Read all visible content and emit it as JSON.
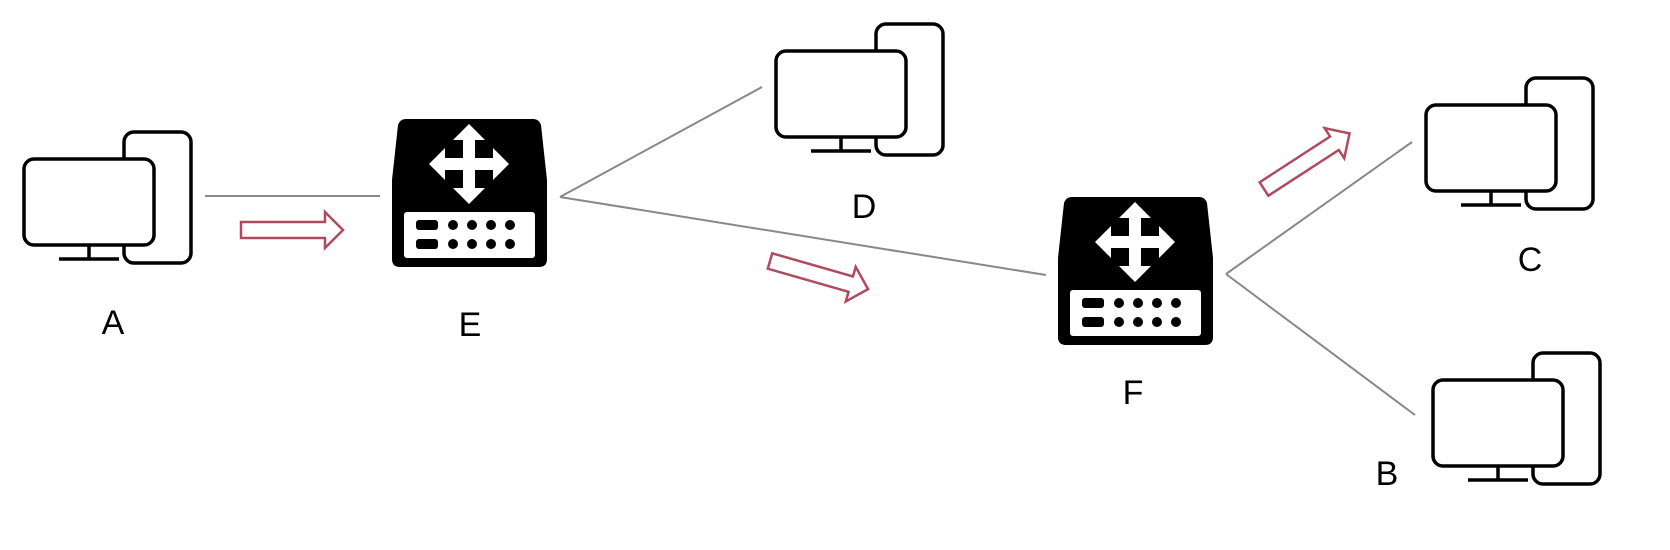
{
  "colors": {
    "background": "#ffffff",
    "link_line": "#888888",
    "flow_arrow": "#b04a5e",
    "device_fill": "#000000",
    "outline": "#000000"
  },
  "nodes": {
    "a": {
      "label": "A",
      "kind": "computer",
      "icon": "computer-icon"
    },
    "b": {
      "label": "B",
      "kind": "computer",
      "icon": "computer-icon"
    },
    "c": {
      "label": "C",
      "kind": "computer",
      "icon": "computer-icon"
    },
    "d": {
      "label": "D",
      "kind": "computer",
      "icon": "computer-icon"
    },
    "e": {
      "label": "E",
      "kind": "router",
      "icon": "router-icon"
    },
    "f": {
      "label": "F",
      "kind": "router",
      "icon": "router-icon"
    }
  },
  "links": [
    {
      "from": "A",
      "to": "E"
    },
    {
      "from": "E",
      "to": "D"
    },
    {
      "from": "E",
      "to": "F"
    },
    {
      "from": "F",
      "to": "C"
    },
    {
      "from": "F",
      "to": "B"
    }
  ],
  "flow_path": [
    "A",
    "E",
    "F",
    "C"
  ]
}
